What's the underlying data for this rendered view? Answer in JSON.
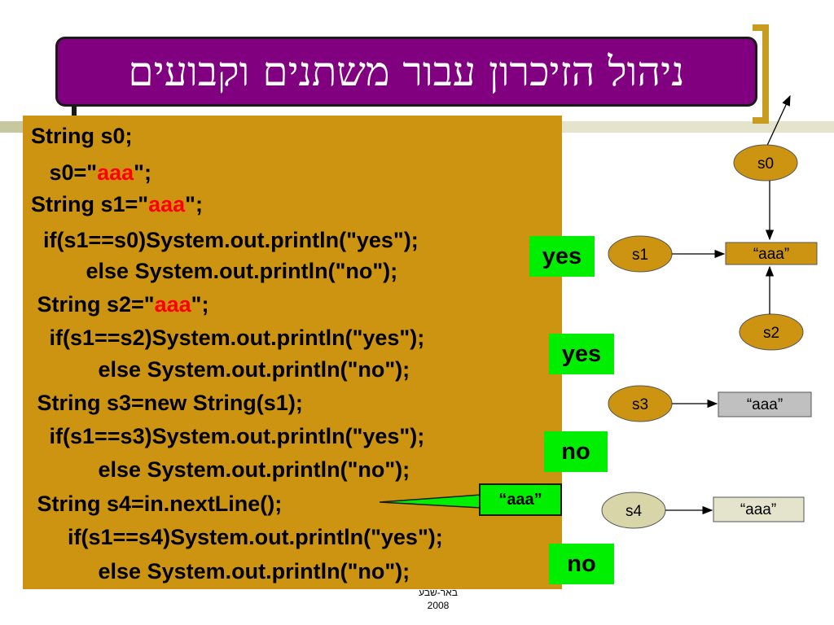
{
  "slide": {
    "title": "ניהול הזיכרון עבור משתנים וקבועים",
    "colors": {
      "title_bg": "#800080",
      "code_bg": "#cc9410",
      "highlight": "#ff0000",
      "result_bg": "#00ee00",
      "node_shared": "#cc9410",
      "node_s4": "#d8d6a8",
      "box_grey": "#c0c0c0"
    }
  },
  "code": {
    "lines": [
      {
        "pre": "String s0;",
        "lit": "",
        "post": ""
      },
      {
        "pre": "   s0=\"",
        "lit": "aaa",
        "post": "\";"
      },
      {
        "pre": "String s1=\"",
        "lit": "aaa",
        "post": "\";"
      },
      {
        "pre": "  if(s1==s0)System.out.println(\"yes\");",
        "lit": "",
        "post": ""
      },
      {
        "pre": "         else System.out.println(\"no\");",
        "lit": "",
        "post": ""
      },
      {
        "pre": " String s2=\"",
        "lit": "aaa",
        "post": "\";"
      },
      {
        "pre": "   if(s1==s2)System.out.println(\"yes\");",
        "lit": "",
        "post": ""
      },
      {
        "pre": "           else System.out.println(\"no\");",
        "lit": "",
        "post": ""
      },
      {
        "pre": " String s3=new String(s1);",
        "lit": "",
        "post": ""
      },
      {
        "pre": "   if(s1==s3)System.out.println(\"yes\");",
        "lit": "",
        "post": ""
      },
      {
        "pre": "           else System.out.println(\"no\");",
        "lit": "",
        "post": ""
      },
      {
        "pre": " String s4=in.nextLine();",
        "lit": "",
        "post": ""
      },
      {
        "pre": "      if(s1==s4)System.out.println(\"yes\");",
        "lit": "",
        "post": ""
      },
      {
        "pre": "           else System.out.println(\"no\");",
        "lit": "",
        "post": ""
      }
    ]
  },
  "results": [
    "yes",
    "yes",
    "no",
    "no"
  ],
  "input_callout": "“aaa”",
  "diagram": {
    "nodes": [
      "s0",
      "s1",
      "s2",
      "s3",
      "s4"
    ],
    "values": [
      "“aaa”",
      "“aaa”",
      "“aaa”"
    ]
  },
  "footer": {
    "line1": "באר-שבע",
    "line2": "2008"
  }
}
